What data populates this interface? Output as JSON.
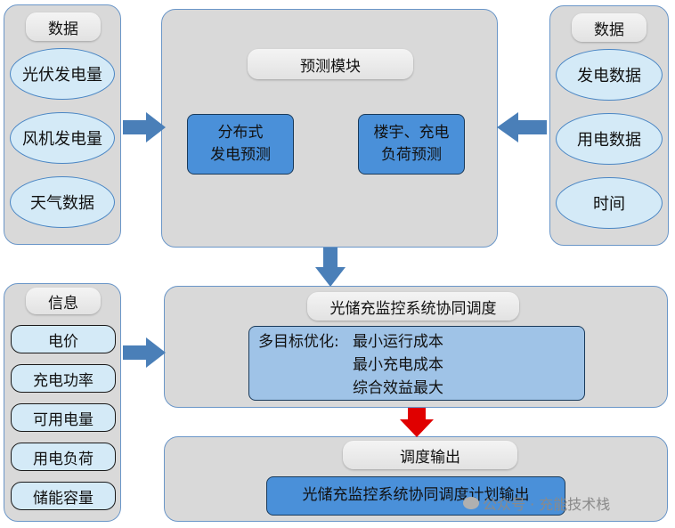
{
  "left_top": {
    "title": "数据",
    "items": [
      "光伏发电量",
      "风机发电量",
      "天气数据"
    ]
  },
  "prediction": {
    "title": "预测模块",
    "distributed": [
      "分布式",
      "发电预测"
    ],
    "building": [
      "楼宇、充电",
      "负荷预测"
    ]
  },
  "right_top": {
    "title": "数据",
    "items": [
      "发电数据",
      "用电数据",
      "时间"
    ]
  },
  "left_bottom": {
    "title": "信息",
    "items": [
      "电价",
      "充电功率",
      "可用电量",
      "用电负荷",
      "储能容量"
    ]
  },
  "dispatch": {
    "title": "光储充监控系统协同调度",
    "opt_label": "多目标优化: ",
    "objectives": [
      "最小运行成本",
      "最小充电成本",
      "综合效益最大"
    ]
  },
  "output": {
    "title": "调度输出",
    "plan": "光储充监控系统协同调度计划输出"
  },
  "watermark": "公众号 · 充能技术栈",
  "colors": {
    "panel": "#d9d9d9",
    "blue_box": "#4a90d9",
    "light_box": "#9fc3e7",
    "arrow_blue": "#4a7fb8",
    "arrow_red": "#e00000"
  }
}
